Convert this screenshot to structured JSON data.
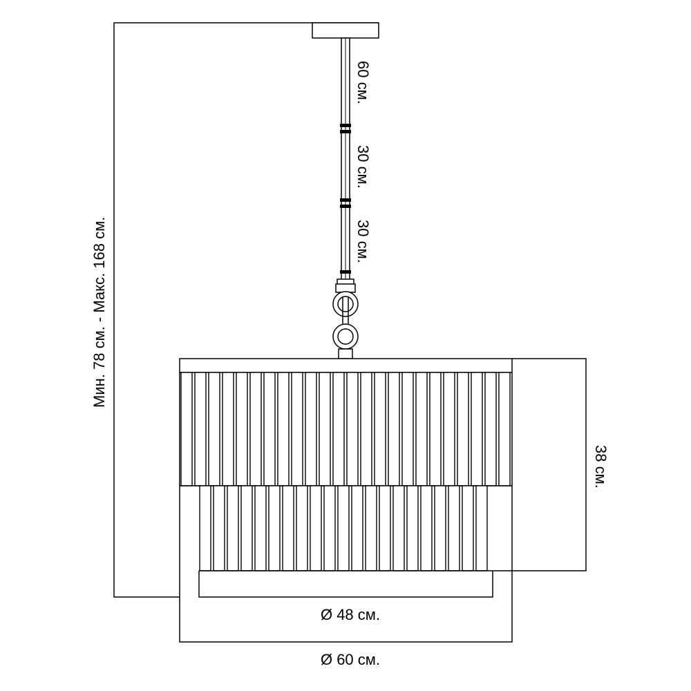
{
  "dimensions": {
    "total_height": "Мин. 78 см. - Макс. 168 см.",
    "rod_segment_1": "60 см.",
    "rod_segment_2": "30 см.",
    "rod_segment_3": "30 см.",
    "shade_height": "38 см.",
    "inner_diameter": "Ø 48 см.",
    "outer_diameter": "Ø 60 см."
  },
  "colors": {
    "line": "#000000",
    "background": "#ffffff"
  }
}
